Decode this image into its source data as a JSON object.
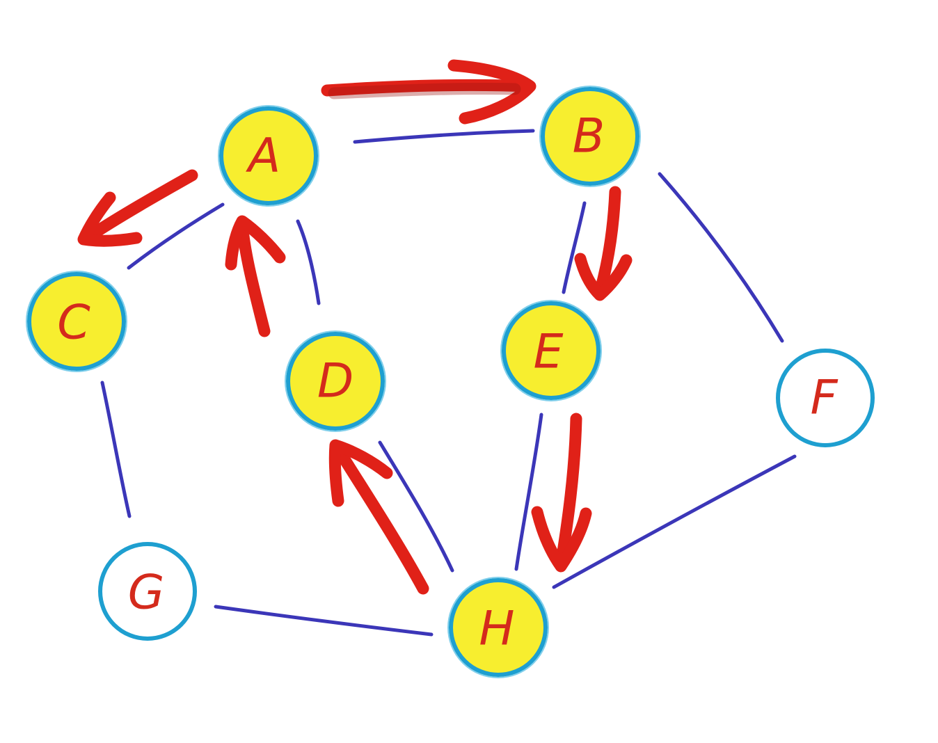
{
  "colors": {
    "edge": "#3b36b8",
    "arrow": "#e02118",
    "node_stroke": "#1e9fd0",
    "visited_fill": "#f7ee2f",
    "unvisited_fill": "#ffffff",
    "label": "#d42a1c"
  },
  "nodes": [
    {
      "id": "A",
      "label": "A",
      "visited": true
    },
    {
      "id": "B",
      "label": "B",
      "visited": true
    },
    {
      "id": "C",
      "label": "C",
      "visited": true
    },
    {
      "id": "D",
      "label": "D",
      "visited": true
    },
    {
      "id": "E",
      "label": "E",
      "visited": true
    },
    {
      "id": "F",
      "label": "F",
      "visited": false
    },
    {
      "id": "G",
      "label": "G",
      "visited": false
    },
    {
      "id": "H",
      "label": "H",
      "visited": true
    }
  ],
  "edges": [
    {
      "from": "A",
      "to": "B"
    },
    {
      "from": "A",
      "to": "C"
    },
    {
      "from": "A",
      "to": "D"
    },
    {
      "from": "B",
      "to": "E"
    },
    {
      "from": "B",
      "to": "F"
    },
    {
      "from": "C",
      "to": "G"
    },
    {
      "from": "D",
      "to": "H"
    },
    {
      "from": "E",
      "to": "H"
    },
    {
      "from": "F",
      "to": "H"
    },
    {
      "from": "G",
      "to": "H"
    }
  ],
  "traversal_arrows": [
    {
      "from": "A",
      "to": "B"
    },
    {
      "from": "A",
      "to": "C"
    },
    {
      "from": "D",
      "to": "A"
    },
    {
      "from": "B",
      "to": "E"
    },
    {
      "from": "E",
      "to": "H"
    },
    {
      "from": "H",
      "to": "D"
    }
  ]
}
